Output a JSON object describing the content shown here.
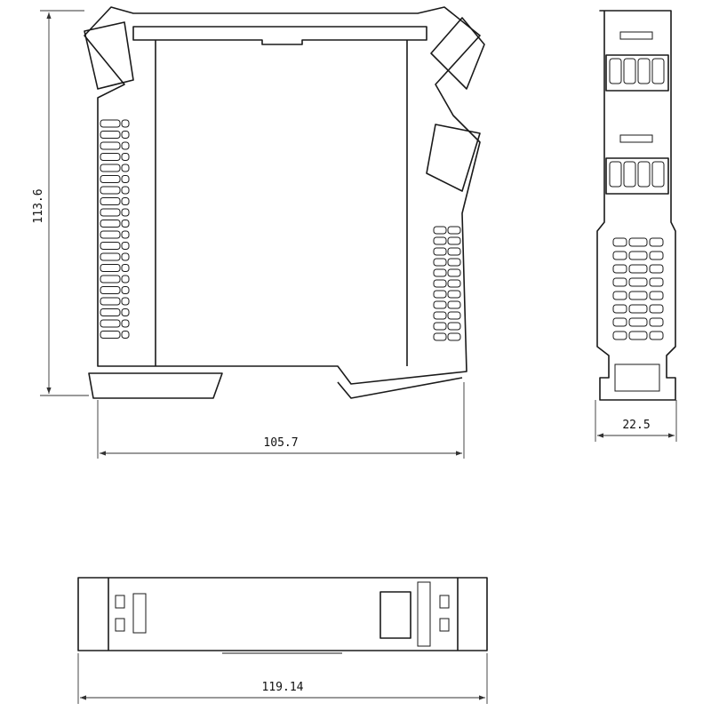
{
  "drawing": {
    "views": [
      "side-view",
      "front-view",
      "bottom-view"
    ],
    "dimensions": {
      "height": "113.6",
      "depth": "105.7",
      "width": "22.5",
      "length": "119.14"
    },
    "line_color": "#1a1a1a",
    "background": "#ffffff"
  }
}
